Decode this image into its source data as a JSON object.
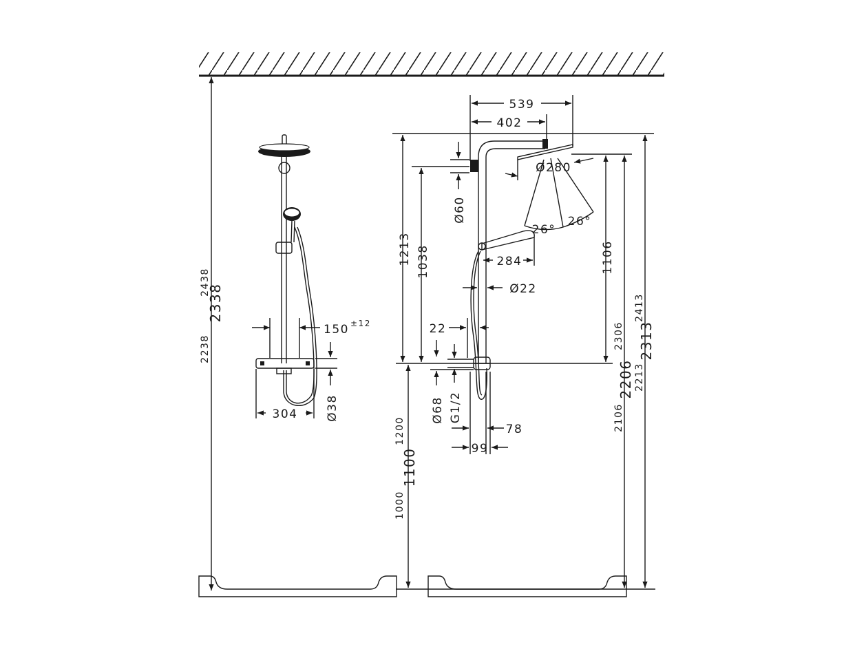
{
  "colors": {
    "ink": "#1a1a1a",
    "background": "#ffffff"
  },
  "dimensions": {
    "d539": "539",
    "d402": "402",
    "d280": "Ø280",
    "d60": "Ø60",
    "d1213": "1213",
    "d1038": "1038",
    "d26a": "26°",
    "d26b": "26°",
    "d284": "284",
    "d22dia": "Ø22",
    "d22": "22",
    "d1106": "1106",
    "d2306": "2306",
    "d2206": "2206",
    "d2106": "2106",
    "d2413": "2413",
    "d2313": "2313",
    "d2213": "2213",
    "d68": "Ø68",
    "dG12": "G1/2",
    "d78": "78",
    "d99": "99",
    "d1200": "1200",
    "d1100": "1100",
    "d1000": "1000",
    "d2438": "2438",
    "d2338": "2338",
    "d2238": "2238",
    "d150": "150",
    "d150tol": "±12",
    "d304": "304",
    "d38": "Ø38"
  }
}
